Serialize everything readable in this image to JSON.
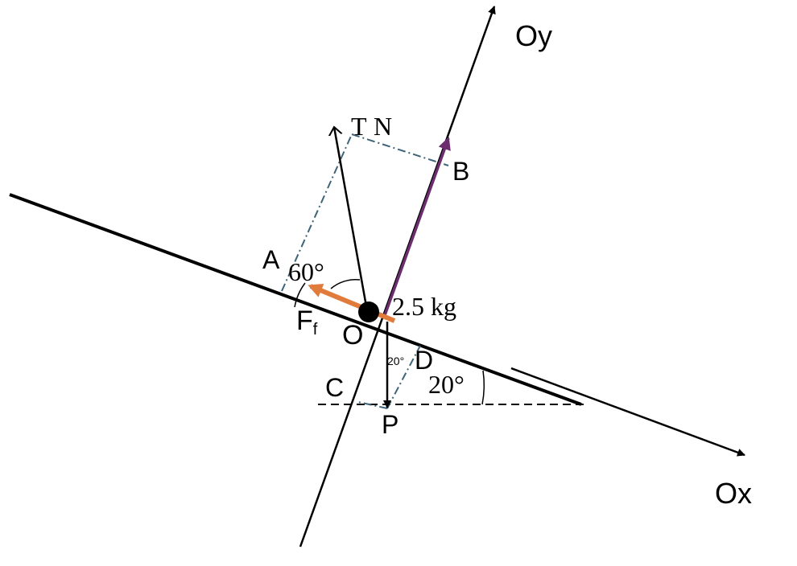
{
  "labels": {
    "oy": "Oy",
    "ox": "Ox",
    "t": "T",
    "n": "N",
    "b": "B",
    "a": "A",
    "angle_60": "60°",
    "mass": "2.5 kg",
    "ff_main": "F",
    "ff_sub": "f",
    "o": "O",
    "angle_small_20": "20°",
    "d": "D",
    "c": "C",
    "angle_20": "20°",
    "p": "P"
  },
  "colors": {
    "line": "#000000",
    "normal_force": "#6b2d6e",
    "friction_force": "#e07b3c",
    "construction": "#3d6478"
  }
}
